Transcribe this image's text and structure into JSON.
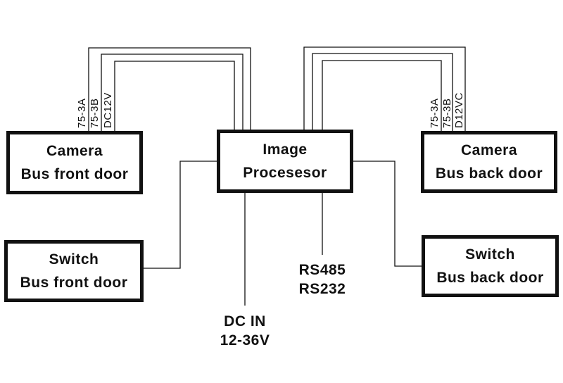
{
  "colors": {
    "line": "#111111",
    "background": "#ffffff"
  },
  "boxes": {
    "camera_front": {
      "line1": "Camera",
      "line2": "Bus front door"
    },
    "processor": {
      "line1": "Image",
      "line2": "Procesesor"
    },
    "camera_back": {
      "line1": "Camera",
      "line2": "Bus back door"
    },
    "switch_front": {
      "line1": "Switch",
      "line2": "Bus front door"
    },
    "switch_back": {
      "line1": "Switch",
      "line2": "Bus back door"
    }
  },
  "cable_labels": {
    "front": [
      "75-3A",
      "75-3B",
      "DC12V"
    ],
    "back": [
      "75-3A",
      "75-3B",
      "D12VC"
    ]
  },
  "ports": {
    "serial": {
      "line1": "RS485",
      "line2": "RS232"
    },
    "power": {
      "line1": "DC IN",
      "line2": "12-36V"
    }
  }
}
